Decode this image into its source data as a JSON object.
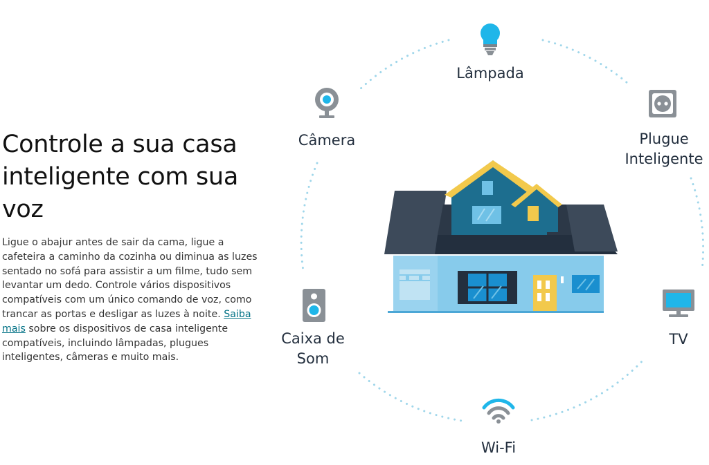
{
  "intro": {
    "headline": "Controle a sua casa inteligente com sua voz",
    "body_before_link": "Ligue o abajur antes de sair da cama, ligue a cafeteira a caminho da cozinha ou diminua as luzes sentado no sofá para assistir a um filme, tudo sem levantar um dedo. Controle vários dispositivos compatíveis com um único comando de voz, como trancar as portas e desligar as luzes à noite.",
    "link_text": "Saiba mais",
    "body_after_link": "sobre os dispositivos de casa inteligente compatíveis, incluindo lâmpadas, plugues inteligentes, câmeras e muito mais."
  },
  "devices": {
    "lamp": {
      "label": "Lâmpada",
      "icon": "lightbulb-icon"
    },
    "plug": {
      "label_line1": "Plugue",
      "label_line2": "Inteligente",
      "icon": "smart-plug-icon"
    },
    "camera": {
      "label": "Câmera",
      "icon": "camera-icon"
    },
    "speaker": {
      "label_line1": "Caixa de",
      "label_line2": "Som",
      "icon": "speaker-icon"
    },
    "tv": {
      "label": "TV",
      "icon": "tv-icon"
    },
    "wifi": {
      "label": "Wi-Fi",
      "icon": "wifi-icon"
    }
  },
  "colors": {
    "accent_cyan": "#1fb6e9",
    "icon_gray": "#8a9096",
    "roof_dark": "#232f3e",
    "wall_light_blue": "#87cbeb",
    "trim_yellow": "#f2c94c",
    "window_blue": "#1a8fcf",
    "dot_ring": "#9fd6ea"
  }
}
